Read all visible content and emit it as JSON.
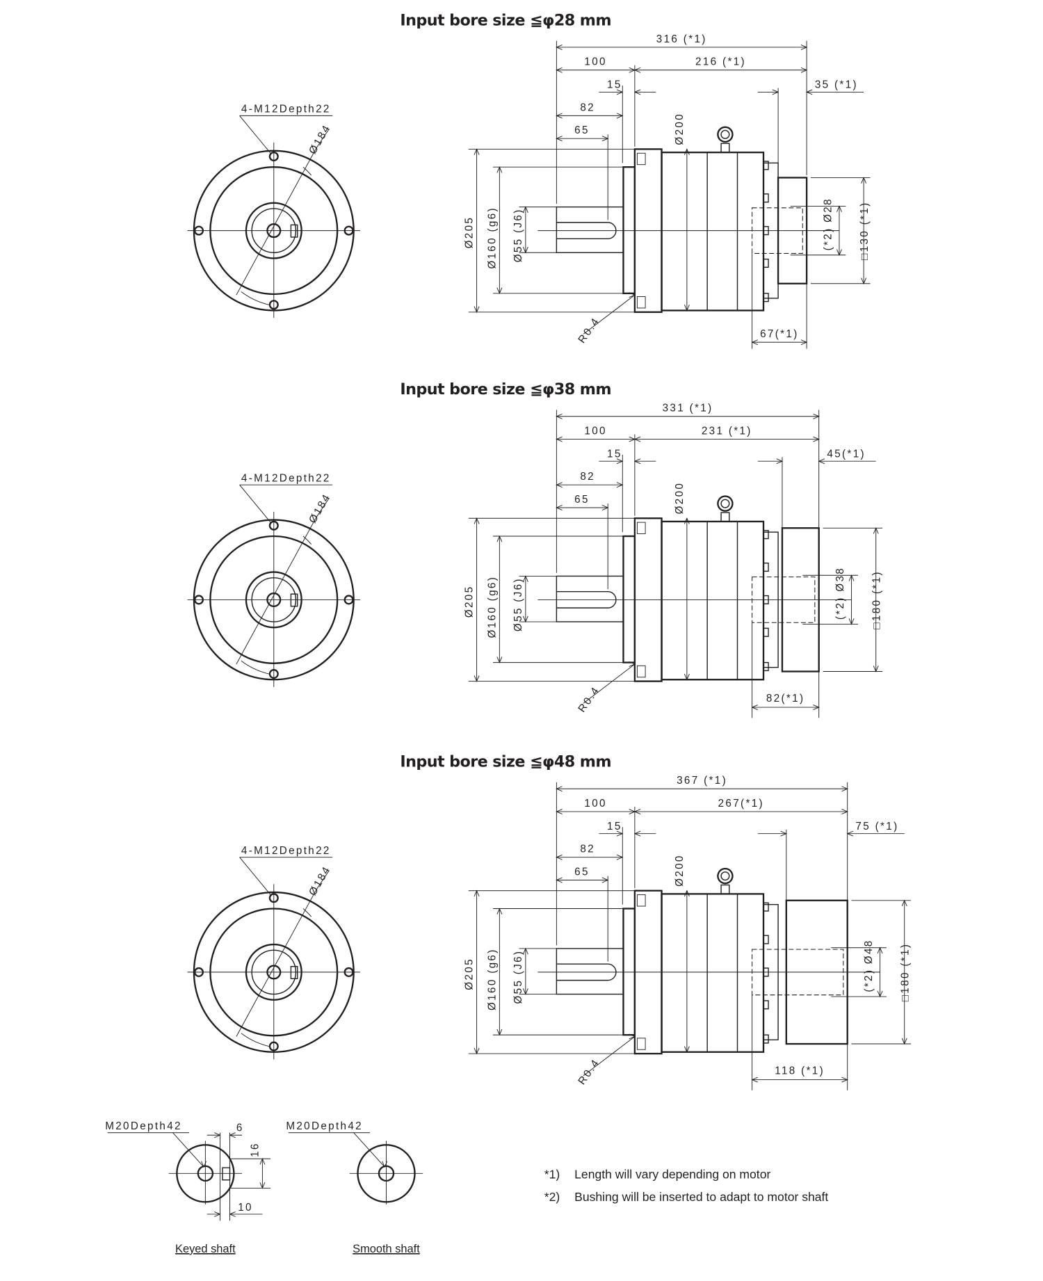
{
  "sections": [
    {
      "title": "Input bore size  ≦φ28 mm",
      "dims": {
        "total": "316 (*1)",
        "d100": "100",
        "rest": "216 (*1)",
        "d15": "15",
        "end": "35 (*1)",
        "d82": "82",
        "d65": "65",
        "dia200": "Ø200",
        "dia205": "Ø205",
        "dia160": "Ø160 (g6)",
        "dia55": "Ø55 (J6)",
        "bore": "(*2) Ø28",
        "sq": "□130 (*1)",
        "bottom": "67(*1)",
        "r": "R0.4",
        "tap": "4-M12Depth22",
        "pcd": "Ø184"
      }
    },
    {
      "title": "Input bore size  ≦φ38 mm",
      "dims": {
        "total": "331 (*1)",
        "d100": "100",
        "rest": "231 (*1)",
        "d15": "15",
        "end": "45(*1)",
        "d82": "82",
        "d65": "65",
        "dia200": "Ø200",
        "dia205": "Ø205",
        "dia160": "Ø160 (g6)",
        "dia55": "Ø55 (J6)",
        "bore": "(*2) Ø38",
        "sq": "□180 (*1)",
        "bottom": "82(*1)",
        "r": "R0.4",
        "tap": "4-M12Depth22",
        "pcd": "Ø184"
      }
    },
    {
      "title": "Input bore size  ≦φ48 mm",
      "dims": {
        "total": "367 (*1)",
        "d100": "100",
        "rest": "267(*1)",
        "d15": "15",
        "end": "75 (*1)",
        "d82": "82",
        "d65": "65",
        "dia200": "Ø200",
        "dia205": "Ø205",
        "dia160": "Ø160 (g6)",
        "dia55": "Ø55 (J6)",
        "bore": "(*2) Ø48",
        "sq": "□180 (*1)",
        "bottom": "118 (*1)",
        "r": "R0.4",
        "tap": "4-M12Depth22",
        "pcd": "Ø184"
      }
    }
  ],
  "shafts": {
    "keyed": {
      "label": "Keyed shaft",
      "tap": "M20Depth42",
      "key_width": "6",
      "key_height": "16",
      "key_depth": "10"
    },
    "smooth": {
      "label": "Smooth shaft",
      "tap": "M20Depth42"
    }
  },
  "notes": [
    {
      "mark": "*1)",
      "text": "Length will vary depending on motor"
    },
    {
      "mark": "*2)",
      "text": "Bushing will be inserted to adapt to motor shaft"
    }
  ]
}
